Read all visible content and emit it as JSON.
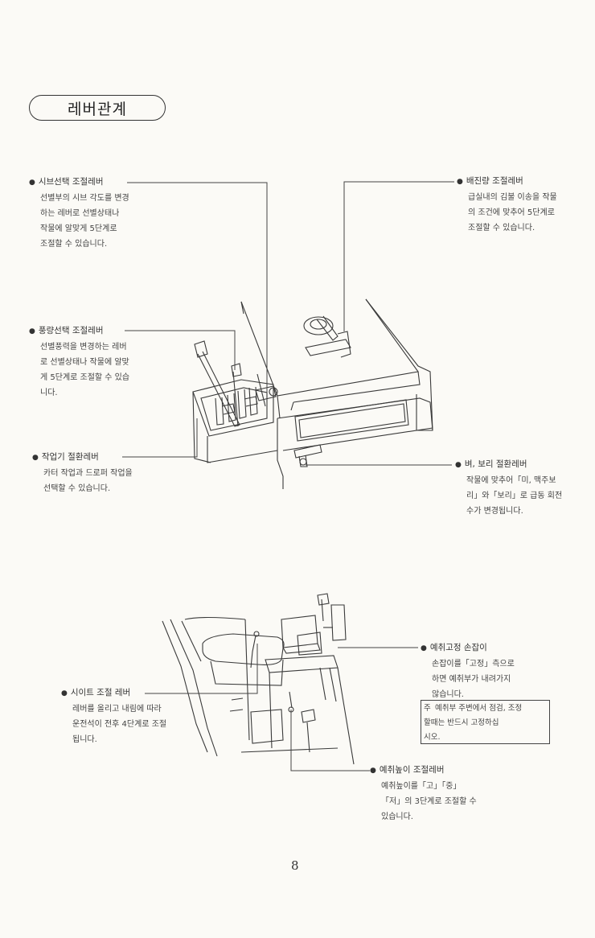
{
  "title": "레버관계",
  "callouts": {
    "sieve": {
      "title": "시브선택 조절레버",
      "body": "선별부의 시브 각도를 변경\n하는 레버로 선별상태나\n작물에 알맞게 5단계로\n조절할 수 있습니다."
    },
    "grain_feed": {
      "title": "배진량 조절레버",
      "body": "급실내의 김불 이송을 작물\n의 조건에 맞추어 5단계로\n조절할 수 있습니다."
    },
    "air_volume": {
      "title": "풍량선택 조절레버",
      "body": "선별풍력을 변경하는 레버\n로 선별상태나 작물에 알맞\n게 5단계로 조절할 수 있습\n니다."
    },
    "work_switch": {
      "title": "작업기 절환레버",
      "body": "카터 작업과 드로퍼 작업을\n선택할 수 있습니다."
    },
    "rice_barley": {
      "title": "벼, 보리 절환레버",
      "body": "작물에 맞추어「미, 맥주보\n리」와「보리」로 급동 회전\n수가 변경됩니다."
    },
    "reaper_lock": {
      "title": "예취고정 손잡이",
      "body": "손잡이를「고정」측으로\n하면 예취부가 내려가지\n않습니다."
    },
    "seat": {
      "title": "시이트 조절 레버",
      "body": "레버를 올리고 내림에 따라\n운전석이 전후 4단계로 조절\n됩니다."
    },
    "reaper_height": {
      "title": "예취높이 조절레버",
      "body": "예취높이를「고」「중」\n「저」의 3단계로 조절할 수\n있습니다."
    }
  },
  "note": {
    "mark": "주",
    "text": "예취부 주변에서 점검, 조정\n할때는 반드시 고정하십\n시오."
  },
  "page_number": "8"
}
